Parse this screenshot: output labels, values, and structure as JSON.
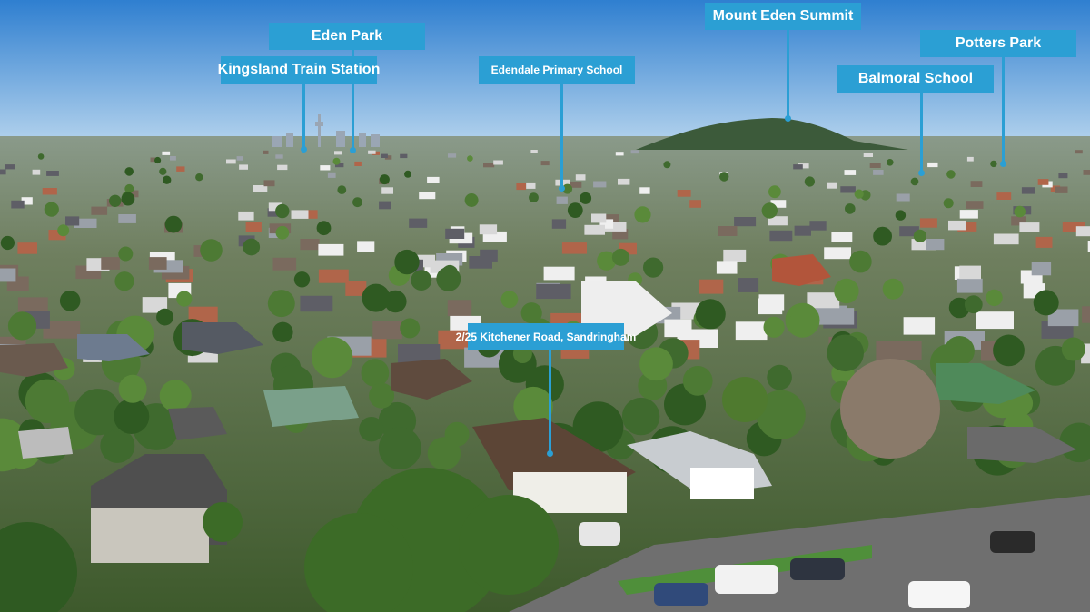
{
  "colors": {
    "label_bg": "#2b9fd4",
    "label_text": "#ffffff",
    "sky_top": "#2f7fd0",
    "sky_bottom": "#b9d6ee",
    "foliage": "#3f6a2e",
    "roof_dark": "#5a4a3e",
    "roof_light": "#e8e8e8"
  },
  "landmarks": [
    {
      "name": "Eden Park"
    },
    {
      "name": "Kingsland Train Station"
    },
    {
      "name": "Edendale Primary School"
    },
    {
      "name": "Mount Eden Summit"
    },
    {
      "name": "Potters Park"
    },
    {
      "name": "Balmoral School"
    }
  ],
  "property": {
    "address": "2/25 Kitchener Road, Sandringham"
  }
}
